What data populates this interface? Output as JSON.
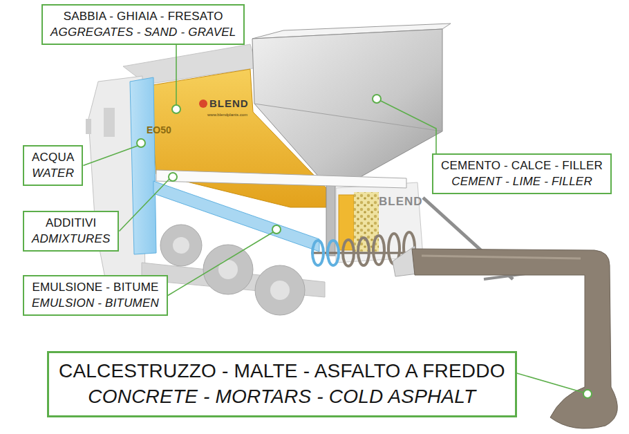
{
  "diagram": {
    "nodes": [
      {
        "text": [
          "SABBIA - GHIAIA - FRESATO",
          "AGGREGATES - SAND - GRAVEL"
        ]
      },
      {
        "text": [
          "ACQUA",
          "WATER"
        ]
      },
      {
        "text": [
          "ADDITIVI",
          "ADMIXTURES"
        ]
      },
      {
        "text": [
          "EMULSIONE - BITUME",
          "EMULSION - BITUMEN"
        ]
      },
      {
        "text": [
          "CEMENTO - CALCE - FILLER",
          "CEMENT - LIME - FILLER"
        ]
      },
      {
        "text": [
          "CALCESTRUZZO - MALTE - ASFALTO A FREDDO",
          "CONCRETE - MORTARS - COLD ASPHALT"
        ]
      }
    ],
    "labels": [
      "BLEND",
      "www.blendplants.com",
      "EO50",
      "BLEND"
    ]
  }
}
